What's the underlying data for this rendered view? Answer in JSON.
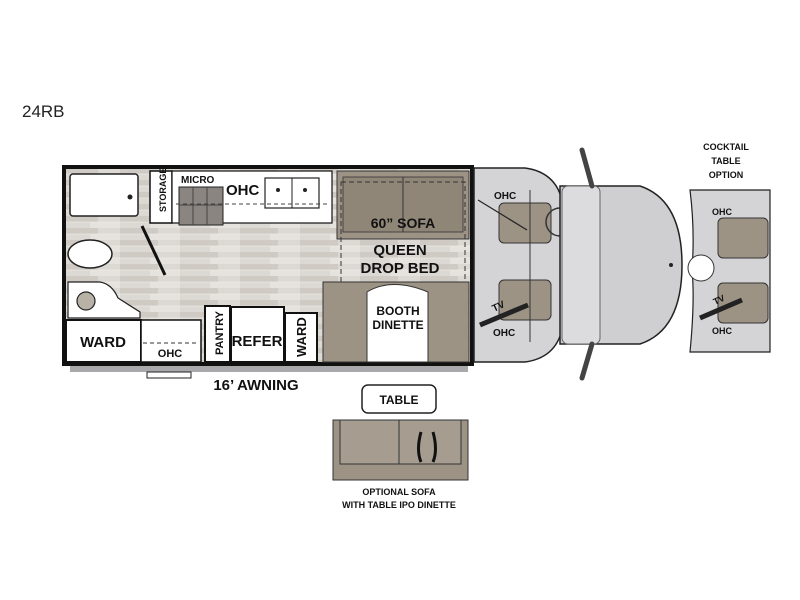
{
  "model": "24RB",
  "rooms": {
    "storage": "STORAGE",
    "micro": "MICRO",
    "ohc_kitchen": "OHC",
    "sofa": "60” SOFA",
    "queen_line1": "QUEEN",
    "queen_line2": "DROP BED",
    "booth_line1": "BOOTH",
    "booth_line2": "DINETTE",
    "ward_bath": "WARD",
    "ohc_bath": "OHC",
    "pantry": "PANTRY",
    "refer": "REFER",
    "ward_kitchen": "WARD"
  },
  "awning": "16’ AWNING",
  "cab": {
    "ohc_top": "OHC",
    "tv": "TV",
    "ohc_bottom": "OHC"
  },
  "cocktail_option": {
    "line1": "COCKTAIL",
    "line2": "TABLE",
    "line3": "OPTION",
    "ohc_top": "OHC",
    "tv": "TV",
    "ohc_bottom": "OHC"
  },
  "sofa_option": {
    "table": "TABLE",
    "caption_line1": "OPTIONAL SOFA",
    "caption_line2": "WITH TABLE IPO DINETTE"
  },
  "colors": {
    "wall": "#1a1a1a",
    "floor": "#d9d6d2",
    "upholstery": "#9c9385",
    "cab": "#d4d4d6"
  }
}
